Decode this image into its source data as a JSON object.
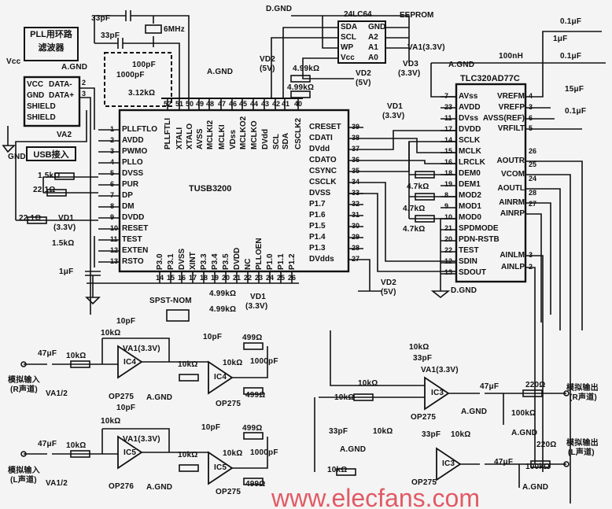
{
  "watermark": "www.elecfans.com",
  "pll_filter": {
    "line1": "PLL用环路",
    "line2": "滤波器"
  },
  "usb": {
    "pins": [
      "VCC",
      "DATA-",
      "GND",
      "DATA+",
      "SHIELD",
      "SHIELD"
    ],
    "pin_nums": [
      "2",
      "3"
    ],
    "input_label": "USB接入"
  },
  "tusb": {
    "name": "TUSB3200",
    "left": [
      {
        "n": "1",
        "l": "PLLFTLO"
      },
      {
        "n": "2",
        "l": "AVDD"
      },
      {
        "n": "3",
        "l": "PWMO"
      },
      {
        "n": "4",
        "l": "PLLO"
      },
      {
        "n": "5",
        "l": "DVSS"
      },
      {
        "n": "6",
        "l": "PUR"
      },
      {
        "n": "7",
        "l": "DP"
      },
      {
        "n": "8",
        "l": "DM"
      },
      {
        "n": "9",
        "l": "DVDD"
      },
      {
        "n": "10",
        "l": "RESET"
      },
      {
        "n": "11",
        "l": "TEST"
      },
      {
        "n": "12",
        "l": "EXTEN"
      },
      {
        "n": "13",
        "l": "RSTO"
      }
    ],
    "top": [
      {
        "n": "52",
        "l": "PLLFTLI"
      },
      {
        "n": "51",
        "l": "XTALI"
      },
      {
        "n": "50",
        "l": "XTALO"
      },
      {
        "n": "49",
        "l": "AVSS"
      },
      {
        "n": "48",
        "l": "MCLKI2"
      },
      {
        "n": "47",
        "l": "MCLKI"
      },
      {
        "n": "46",
        "l": "VDss"
      },
      {
        "n": "45",
        "l": "MCLKO2"
      },
      {
        "n": "44",
        "l": "MCLKO"
      },
      {
        "n": "43",
        "l": "DVdd"
      },
      {
        "n": "42",
        "l": "SCL"
      },
      {
        "n": "41",
        "l": "SDA"
      },
      {
        "n": "40",
        "l": "CSCLK2"
      }
    ],
    "right": [
      {
        "n": "39",
        "l": "CRESET"
      },
      {
        "n": "38",
        "l": "CDATI"
      },
      {
        "n": "37",
        "l": "DVdd"
      },
      {
        "n": "36",
        "l": "CDATO"
      },
      {
        "n": "35",
        "l": "CSYNC"
      },
      {
        "n": "34",
        "l": "CSCLK"
      },
      {
        "n": "33",
        "l": "DVSS"
      },
      {
        "n": "32",
        "l": "P1.7"
      },
      {
        "n": "31",
        "l": "P1.6"
      },
      {
        "n": "30",
        "l": "P1.5"
      },
      {
        "n": "29",
        "l": "P1.4"
      },
      {
        "n": "28",
        "l": "P1.3"
      },
      {
        "n": "27",
        "l": "DVdds"
      }
    ],
    "bottom": [
      {
        "n": "14",
        "l": "P3.0"
      },
      {
        "n": "15",
        "l": "P3.1"
      },
      {
        "n": "16",
        "l": "DVSS"
      },
      {
        "n": "17",
        "l": "XINT"
      },
      {
        "n": "18",
        "l": "P3.3"
      },
      {
        "n": "19",
        "l": "P3.4"
      },
      {
        "n": "20",
        "l": "P3.5"
      },
      {
        "n": "21",
        "l": "DVDD"
      },
      {
        "n": "22",
        "l": "NC"
      },
      {
        "n": "23",
        "l": "PLLOEN"
      },
      {
        "n": "24",
        "l": "P1.0"
      },
      {
        "n": "25",
        "l": "P1.1"
      },
      {
        "n": "26",
        "l": "P1.2"
      }
    ]
  },
  "codec": {
    "name": "TLC320AD77C",
    "left": [
      {
        "n": "7",
        "l": "AVss"
      },
      {
        "n": "23",
        "l": "AVDD"
      },
      {
        "n": "11",
        "l": "DVss"
      },
      {
        "n": "17",
        "l": "DVDD"
      },
      {
        "n": "14",
        "l": "SCLK"
      },
      {
        "n": "15",
        "l": "MCLK"
      },
      {
        "n": "16",
        "l": "LRCLK"
      },
      {
        "n": "18",
        "l": "DEM0"
      },
      {
        "n": "19",
        "l": "DEM1"
      },
      {
        "n": "8",
        "l": "MOD2"
      },
      {
        "n": "9",
        "l": "MOD1"
      },
      {
        "n": "10",
        "l": "MOD0"
      },
      {
        "n": "21",
        "l": "SPDMODE"
      },
      {
        "n": "20",
        "l": "PDN-RSTB"
      },
      {
        "n": "22",
        "l": "TEST"
      },
      {
        "n": "12",
        "l": "SDIN"
      },
      {
        "n": "13",
        "l": "SDOUT"
      }
    ],
    "right": [
      {
        "n": "4",
        "l": "VREFM"
      },
      {
        "n": "3",
        "l": "VREFP"
      },
      {
        "n": "6",
        "l": "AVSS(REF)"
      },
      {
        "n": "5",
        "l": "VRFILT"
      },
      {
        "n": "26",
        "l": "AOUTR"
      },
      {
        "n": "25",
        "l": "VCOM"
      },
      {
        "n": "24",
        "l": "AOUTL"
      },
      {
        "n": "28",
        "l": "AINRM"
      },
      {
        "n": "27",
        "l": "AINRP"
      },
      {
        "n": "3",
        "l": "AINLM"
      },
      {
        "n": "2",
        "l": "AINLP"
      }
    ]
  },
  "eeprom": {
    "name": "24LC64",
    "tag": "EEPROM",
    "pins": [
      "SDA",
      "GND",
      "SCL",
      "A2",
      "WP",
      "A1",
      "Vcc",
      "A0"
    ]
  },
  "labels": [
    "33pF",
    "6MHz",
    "33pF",
    "100pF",
    "1000pF",
    "3.12kΩ",
    "A.GND",
    "A.GND",
    "Vcc",
    "GND",
    "VA2",
    "D.GND",
    "VD2",
    "(5V)",
    "4.99kΩ",
    "4.99kΩ",
    "VD2",
    "(5V)",
    "VD3",
    "(3.3V)",
    "VA1(3.3V)",
    "A.GND",
    "100nH",
    "0.1μF",
    "1μF",
    "0.1μF",
    "15μF",
    "0.1μF",
    "VD1",
    "(3.3V)",
    "4.7kΩ",
    "4.7kΩ",
    "4.7kΩ",
    "D.GND",
    "VD2",
    "(5V)",
    "1.5kΩ",
    "22.1Ω",
    "22.1Ω",
    "VD1",
    "(3.3V)",
    "1.5kΩ",
    "1μF",
    "SPST-NOM",
    "4.99kΩ",
    "4.99kΩ",
    "VD1",
    "(3.3V)",
    "10pF",
    "10kΩ",
    "47μF",
    "10kΩ",
    "VA1(3.3V)",
    "模拟输入",
    "(R声道)",
    "VA1/2",
    "OP275",
    "A.GND",
    "IC4",
    "10kΩ",
    "10pF",
    "10kΩ",
    "1000pF",
    "499Ω",
    "499Ω",
    "OP275",
    "IC4",
    "10pF",
    "10kΩ",
    "47μF",
    "10kΩ",
    "VA1(3.3V)",
    "模拟输入",
    "(L声道)",
    "VA1/2",
    "OP276",
    "A.GND",
    "IC5",
    "10kΩ",
    "10pF",
    "10kΩ",
    "1000pF",
    "499Ω",
    "499Ω",
    "OP275",
    "IC5",
    "10kΩ",
    "33pF",
    "VA1(3.3V)",
    "10kΩ",
    "10kΩ",
    "IC3",
    "47μF",
    "220Ω",
    "模拟输出",
    "(R声道)",
    "100kΩ",
    "OP275",
    "A.GND",
    "33pF",
    "10kΩ",
    "A.GND",
    "10kΩ",
    "33pF",
    "10kΩ",
    "A.GND",
    "220Ω",
    "模拟输出",
    "(L声道)",
    "IC3",
    "47μF",
    "100kΩ",
    "OP275",
    "A.GND"
  ]
}
